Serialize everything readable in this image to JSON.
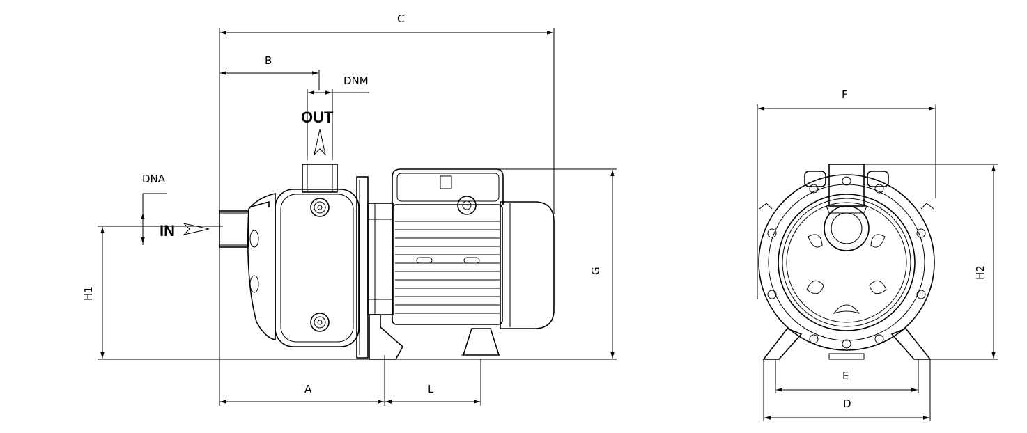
{
  "side_view": {
    "labels": {
      "a": "A",
      "b": "B",
      "c": "C",
      "g": "G",
      "h1": "H1",
      "l": "L",
      "dnm": "DNM",
      "dna": "DNA",
      "out": "OUT",
      "in": "IN"
    }
  },
  "front_view": {
    "labels": {
      "d": "D",
      "e": "E",
      "f": "F",
      "h2": "H2"
    }
  }
}
